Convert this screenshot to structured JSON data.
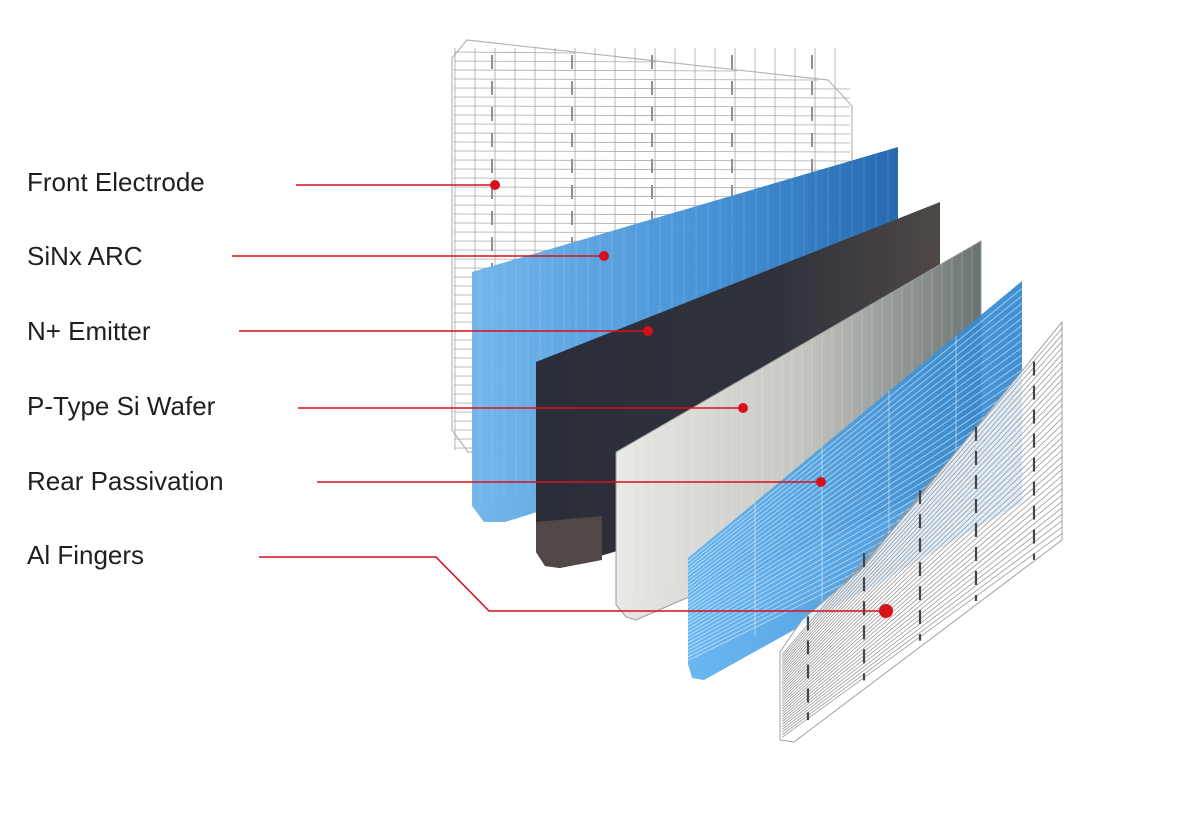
{
  "labels": [
    "Front Electrode",
    "SiNx ARC",
    "N+ Emitter",
    "P-Type Si Wafer",
    "Rear Passivation",
    "Al Fingers"
  ],
  "colors": {
    "leader_line": "#d7101c",
    "label_text": "#1f1f1f",
    "front_electrode_grid": "#9a9a9a",
    "sinx_arc": "#3f8fd6",
    "n_emitter": "#2a2e38",
    "p_wafer": "#cfcfcc",
    "rear_passivation": "#3d9ae0",
    "al_fingers_grid": "#8a8a8a"
  }
}
